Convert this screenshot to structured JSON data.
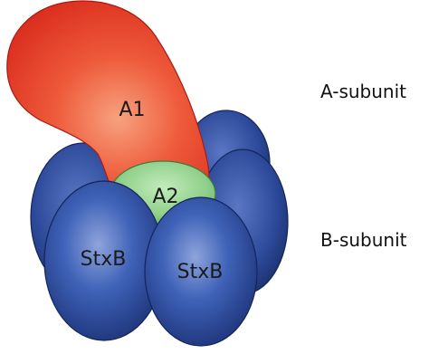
{
  "diagram": {
    "labels": {
      "a1": "A1",
      "a2": "A2",
      "stxb_left": "StxB",
      "stxb_right": "StxB",
      "a_subunit": "A-subunit",
      "b_subunit": "B-subunit"
    },
    "colors": {
      "a1_red": "#e8402a",
      "a1_highlight": "#f48a6a",
      "a2_green": "#8fcf89",
      "stxb_blue": "#2f4fa0",
      "stxb_dark": "#1b2f6b",
      "stxb_light": "#7d95d2"
    }
  }
}
